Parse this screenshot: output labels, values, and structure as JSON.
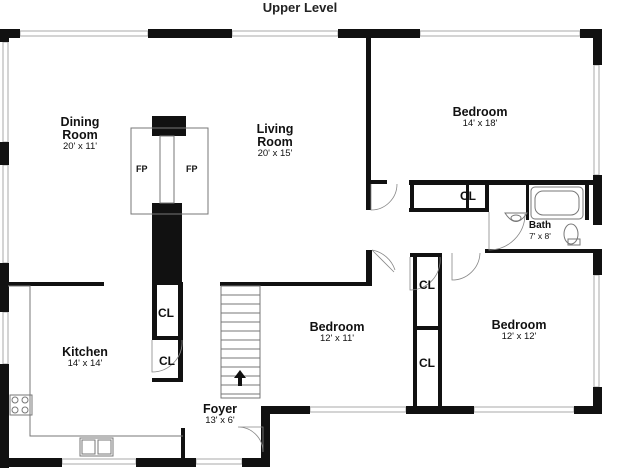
{
  "title": "Upper Level",
  "rooms": {
    "dining": {
      "name_line1": "Dining",
      "name_line2": "Room",
      "dim": "20' x 11'"
    },
    "living": {
      "name_line1": "Living",
      "name_line2": "Room",
      "dim": "20' x 15'"
    },
    "bedroom1": {
      "name": "Bedroom",
      "dim": "14' x 18'"
    },
    "bath": {
      "name": "Bath",
      "dim": "7' x 8'"
    },
    "kitchen": {
      "name": "Kitchen",
      "dim": "14' x 14'"
    },
    "bedroom2": {
      "name": "Bedroom",
      "dim": "12' x 11'"
    },
    "bedroom3": {
      "name": "Bedroom",
      "dim": "12' x 12'"
    },
    "foyer": {
      "name": "Foyer",
      "dim": "13' x 6'"
    }
  },
  "labels": {
    "fireplace": "FP",
    "closet": "CL"
  },
  "colors": {
    "wall": "#111111",
    "window": "#bbbbbb",
    "thin_line": "#777777"
  }
}
